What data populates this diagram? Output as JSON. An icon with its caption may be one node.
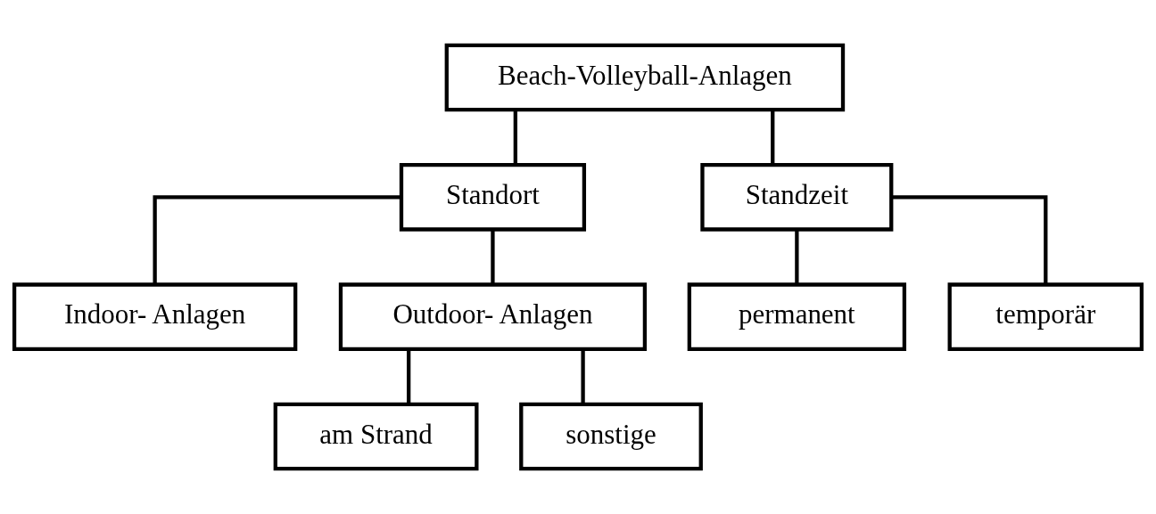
{
  "diagram": {
    "nodes": [
      {
        "text": [
          "Beach-Volleyball-Anlagen"
        ]
      },
      {
        "text": [
          "Standort"
        ]
      },
      {
        "text": [
          "Standzeit"
        ]
      },
      {
        "text": [
          "Indoor- Anlagen"
        ]
      },
      {
        "text": [
          "Outdoor- Anlagen"
        ]
      },
      {
        "text": [
          "permanent"
        ]
      },
      {
        "text": [
          "temporär"
        ]
      },
      {
        "text": [
          "am Strand"
        ]
      },
      {
        "text": [
          "sonstige"
        ]
      }
    ],
    "edges": [
      {
        "from": 0,
        "to": 1,
        "arrow": "none"
      },
      {
        "from": 0,
        "to": 2,
        "arrow": "none"
      },
      {
        "from": 1,
        "to": 3,
        "arrow": "none"
      },
      {
        "from": 1,
        "to": 4,
        "arrow": "none"
      },
      {
        "from": 2,
        "to": 5,
        "arrow": "none"
      },
      {
        "from": 2,
        "to": 6,
        "arrow": "none"
      },
      {
        "from": 4,
        "to": 7,
        "arrow": "none"
      },
      {
        "from": 4,
        "to": 8,
        "arrow": "none"
      }
    ]
  }
}
